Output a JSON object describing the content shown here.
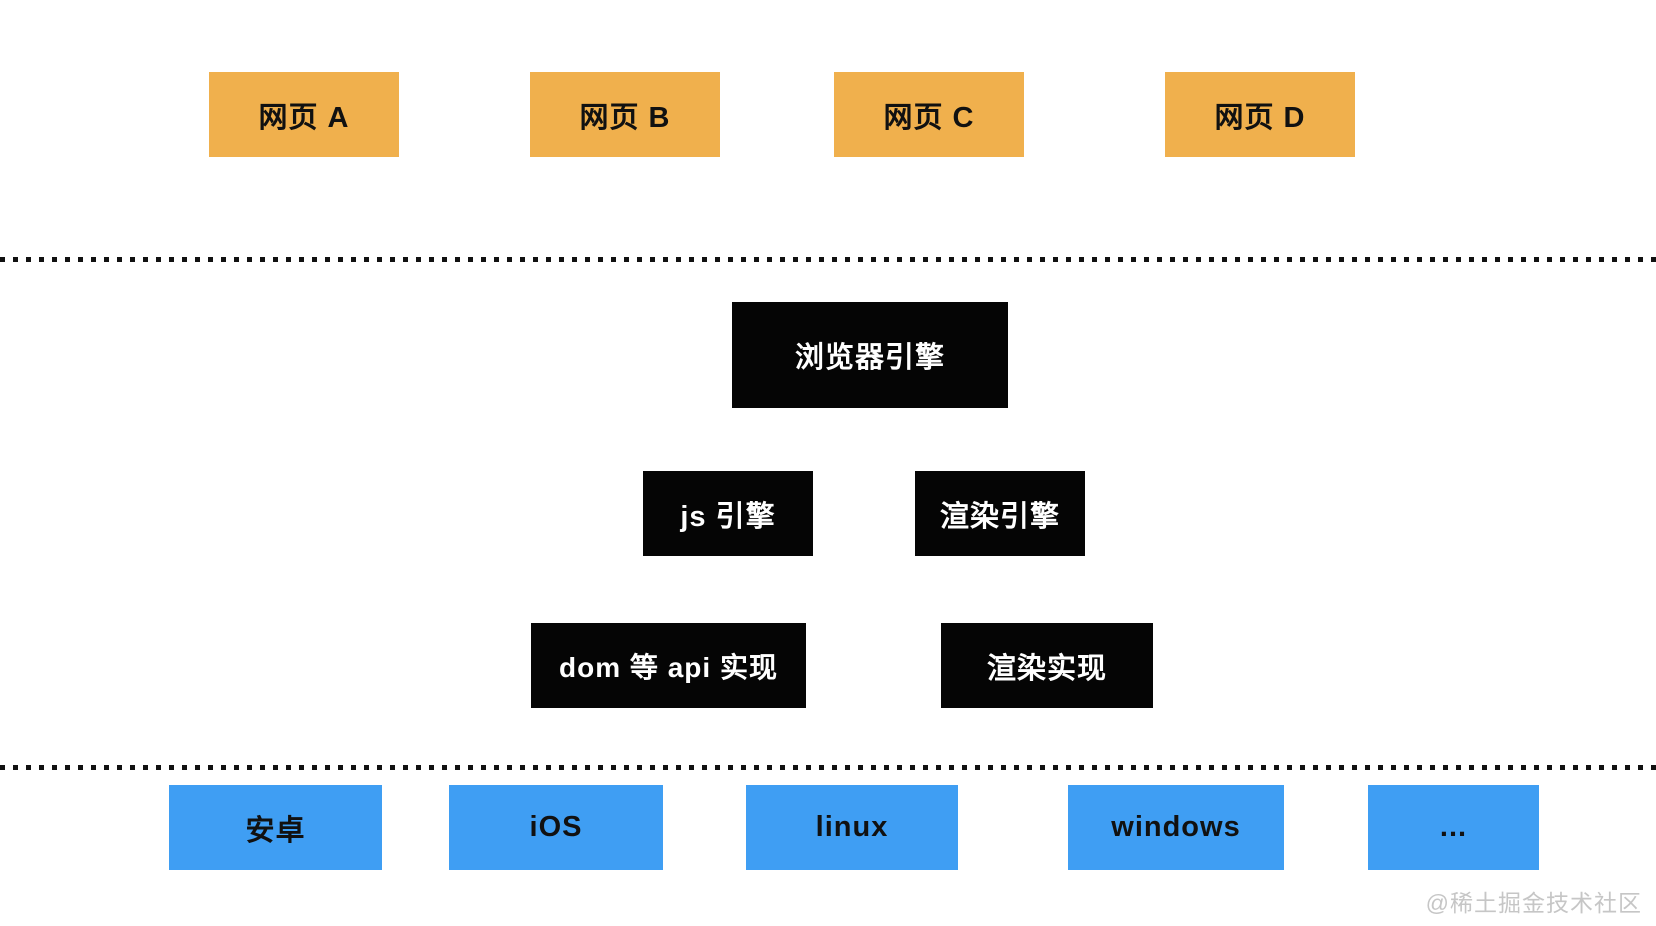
{
  "diagram": {
    "colors": {
      "background": "#ffffff",
      "web_box": "#f0b04d",
      "engine_box": "#050505",
      "os_box": "#3f9ef3",
      "dark_text": "#111111",
      "light_text": "#ffffff",
      "divider_dot": "#111111",
      "watermark_text": "#c6c6c6"
    },
    "web_layer": {
      "boxes": [
        {
          "label": "网页 A"
        },
        {
          "label": "网页 B"
        },
        {
          "label": "网页 C"
        },
        {
          "label": "网页 D"
        }
      ]
    },
    "engine_layer": {
      "browser_engine": "浏览器引擎",
      "js_engine": "js 引擎",
      "render_engine": "渲染引擎",
      "dom_api_impl": "dom 等 api 实现",
      "render_impl": "渲染实现"
    },
    "os_layer": {
      "boxes": [
        {
          "label": "安卓"
        },
        {
          "label": "iOS"
        },
        {
          "label": "linux"
        },
        {
          "label": "windows"
        },
        {
          "label": "..."
        }
      ]
    },
    "watermark": "@稀土掘金技术社区"
  }
}
